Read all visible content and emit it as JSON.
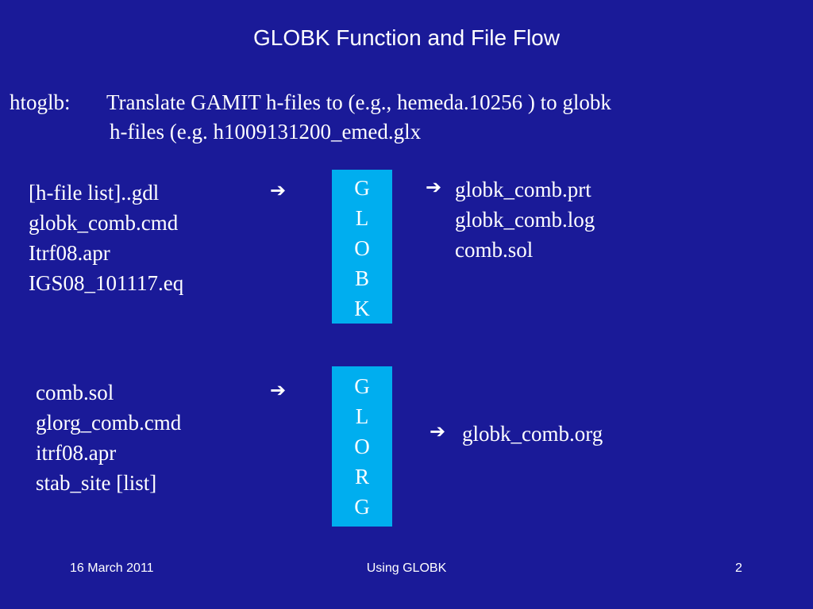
{
  "slide": {
    "title": "GLOBK Function and File Flow",
    "intro": {
      "label": "htoglb:",
      "line1": "Translate GAMIT h-files to (e.g., hemeda.10256 ) to globk",
      "line2": "h-files (e.g.  h1009131200_emed.glx"
    },
    "globk": {
      "inputs": [
        "[h-file list]..gdl",
        "globk_comb.cmd",
        "Itrf08.apr",
        "IGS08_101117.eq"
      ],
      "in_arrow": "➔",
      "box_letters": [
        "G",
        "L",
        "O",
        "B",
        "K"
      ],
      "out_arrow": "➔",
      "outputs": [
        "globk_comb.prt",
        "globk_comb.log",
        "comb.sol"
      ]
    },
    "glorg": {
      "inputs": [
        "comb.sol",
        "glorg_comb.cmd",
        "itrf08.apr",
        "stab_site [list]"
      ],
      "in_arrow": "➔",
      "box_letters": [
        "G",
        "L",
        "O",
        "R",
        "G"
      ],
      "out_arrow": "➔",
      "output": "globk_comb.org"
    },
    "footer": {
      "date": "16 March 2011",
      "center": "Using GLOBK",
      "page": "2"
    },
    "colors": {
      "background": "#1a1a98",
      "box": "#00aeef",
      "text": "#ffffff"
    }
  }
}
